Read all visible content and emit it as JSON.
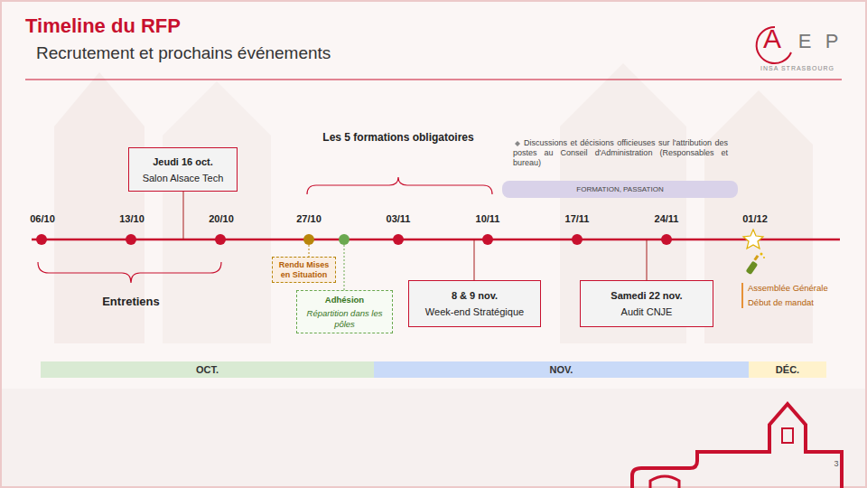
{
  "diagram": {
    "title": "Timeline du RFP",
    "nodes": [
      {
        "text": [
          "Jeudi 16 oct.",
          "Salon Alsace Tech"
        ]
      },
      {
        "text": [
          "FORMATION, PASSATION"
        ]
      },
      {
        "text": [
          "Rendu Mises en Situation"
        ]
      },
      {
        "text": [
          "Adhésion",
          "Répartition dans les pôles"
        ]
      },
      {
        "text": [
          "8 & 9 nov.",
          "Week-end Stratégique"
        ]
      },
      {
        "text": [
          "Samedi 22 nov.",
          "Audit CNJE"
        ]
      },
      {
        "text": [
          "OCT."
        ]
      },
      {
        "text": [
          "NOV."
        ]
      },
      {
        "text": [
          "DÉC."
        ]
      }
    ],
    "labels": [
      "Recrutement et prochains événements",
      "Les 5 formations obligatoires",
      "Discussions et décisions officieuses sur l'attribution des postes au Conseil d'Administration (Responsables et bureau)",
      "06/10",
      "13/10",
      "20/10",
      "27/10",
      "03/11",
      "10/11",
      "17/11",
      "24/11",
      "01/12",
      "Entretiens",
      "Assemblée Générale",
      "Début de mandat",
      "3",
      "A",
      "E",
      "P",
      "INSA STRASBOURG"
    ]
  }
}
